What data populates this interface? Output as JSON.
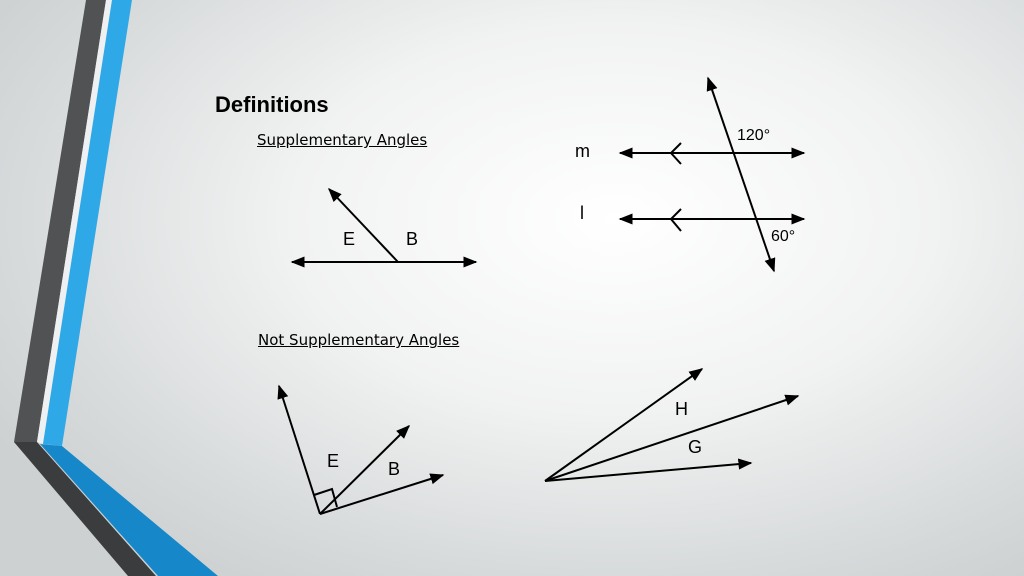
{
  "slide": {
    "title": "Definitions",
    "supplementary_heading": "Supplementary Angles",
    "not_supplementary_heading": "Not Supplementary Angles"
  },
  "figure_supplementary": {
    "label_left": "E",
    "label_right": "B"
  },
  "figure_parallel": {
    "line_top_label": "m",
    "line_bottom_label": "l",
    "angle_top": "120°",
    "angle_bottom": "60°"
  },
  "figure_right_angle": {
    "label_left": "E",
    "label_right": "B"
  },
  "figure_fan": {
    "label_upper": "H",
    "label_lower": "G"
  },
  "colors": {
    "accent_blue": "#2fa8e8",
    "accent_dark": "#505254",
    "accent_blue_bottom": "#1688c9"
  }
}
